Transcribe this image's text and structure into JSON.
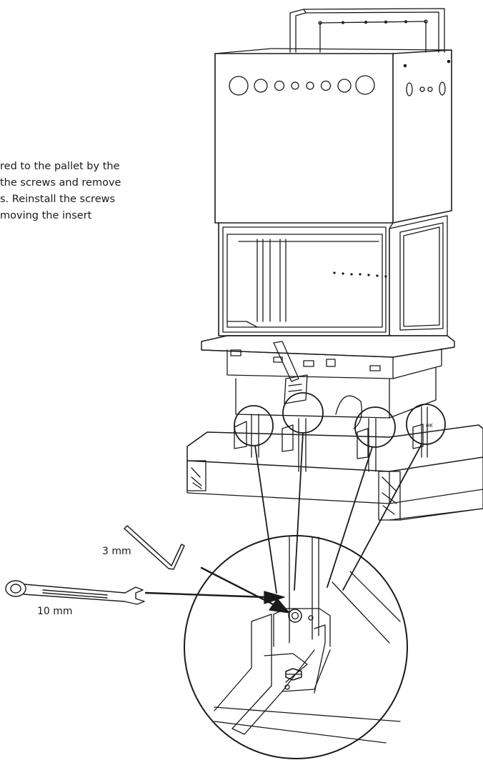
{
  "instructions": {
    "lines": [
      "red to the pallet by the",
      "the screws and remove",
      "s. Reinstall the screws",
      " moving the insert"
    ]
  },
  "tools": {
    "allen_key_label": "3 mm",
    "wrench_label": "10 mm"
  },
  "stamp": {
    "text": "HK"
  },
  "colors": {
    "line": "#1a1a1a",
    "background": "#ffffff"
  }
}
